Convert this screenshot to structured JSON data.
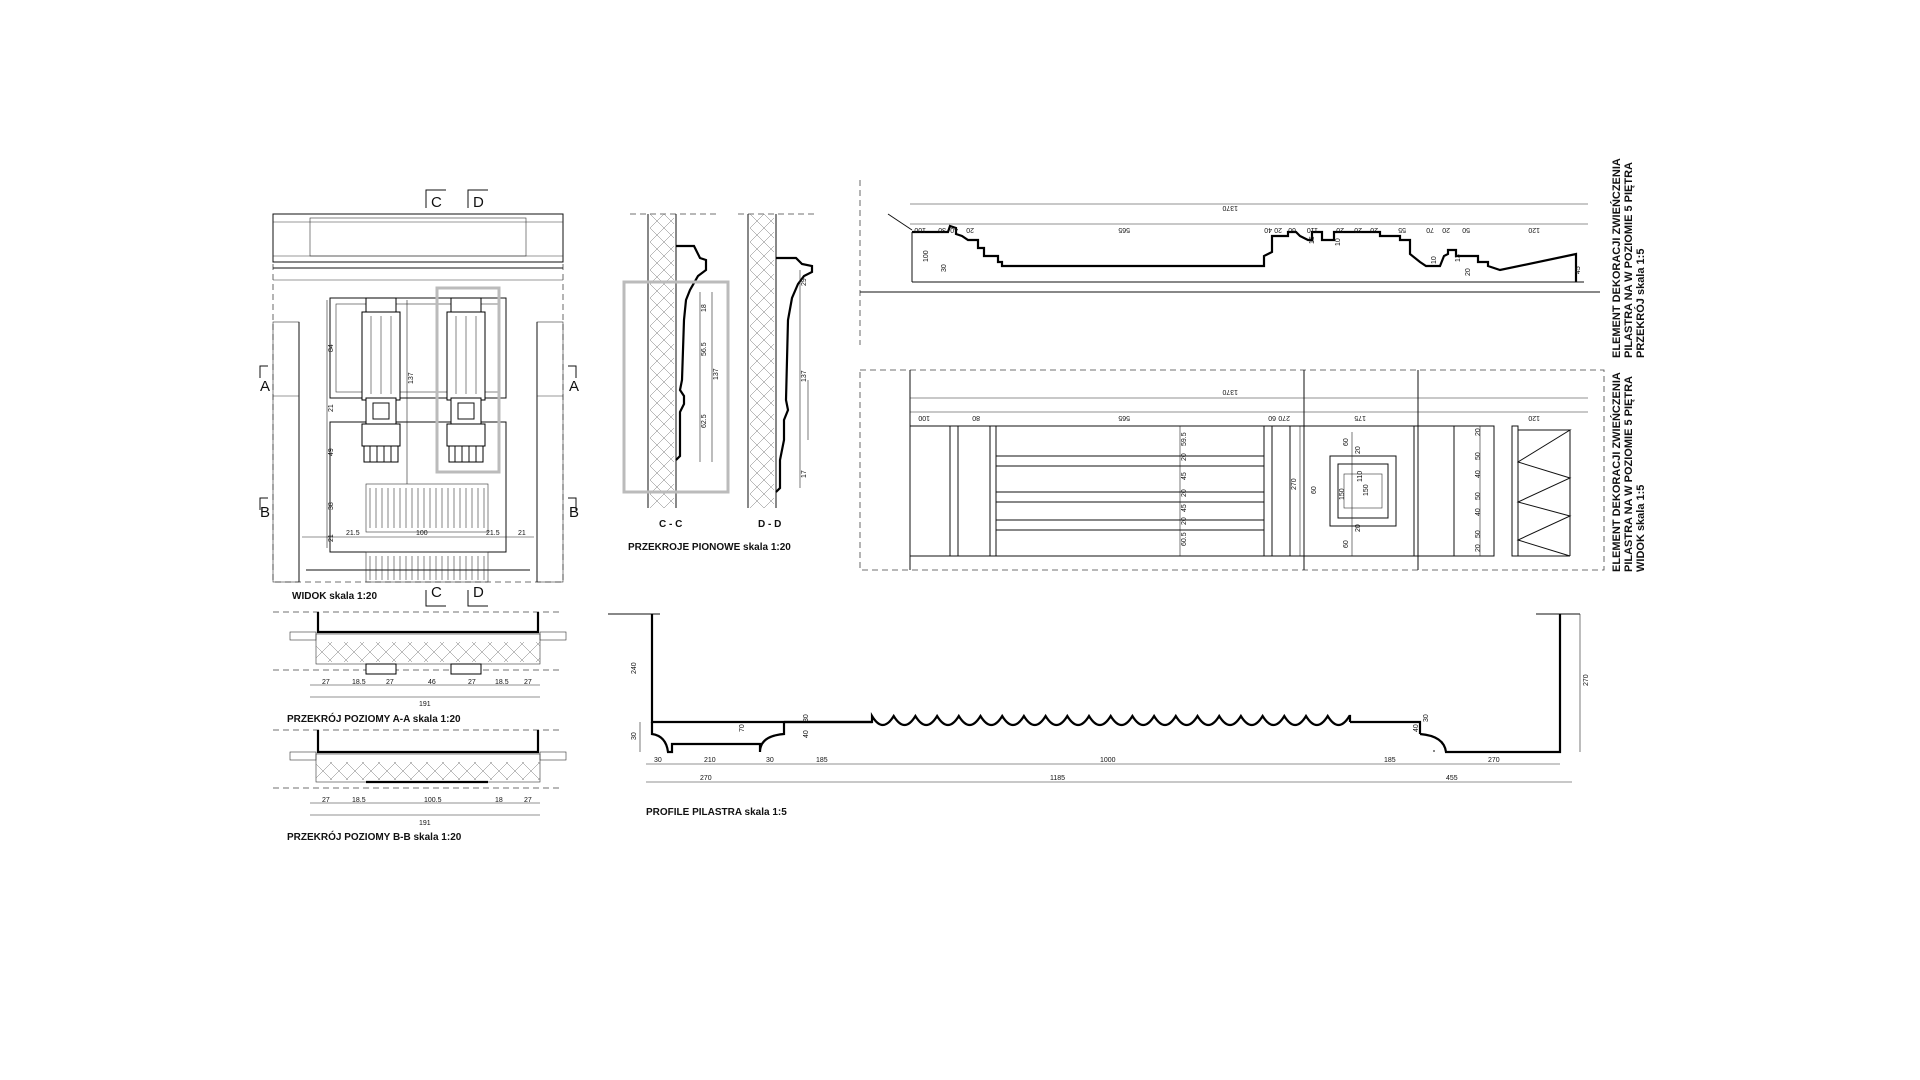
{
  "captions": {
    "widok": "WIDOK  skala 1:20",
    "przekroje_pionowe": "PRZEKROJE PIONOWE skala 1:20",
    "przekroj_aa": "PRZEKRÓJ POZIOMY  A-A  skala 1:20",
    "przekroj_bb": "PRZEKRÓJ POZIOMY B-B  skala 1:20",
    "profile": "PROFILE PILASTRA skala 1:5",
    "cc": "C - C",
    "dd": "D - D",
    "side1_l1": "ELEMENT DEKORACJI ZWIEŃCZENIA",
    "side1_l2": "PILASTRA NA W POZIOMIE 5 PIĘTRA",
    "side1_l3": "PRZEKRÓJ  skala 1:5",
    "side2_l1": "ELEMENT DEKORACJI ZWIEŃCZENIA",
    "side2_l2": "PILASTRA NA W POZIOMIE 5 PIĘTRA",
    "side2_l3": "WIDOK  skala 1:5"
  },
  "section_marks": {
    "a": "A",
    "b": "B",
    "c": "C",
    "d": "D"
  },
  "dims": {
    "v84": "84",
    "v21": "21",
    "v49": "49",
    "v38": "38",
    "v21b": "21",
    "v137": "137",
    "h215a": "21.5",
    "h100": "100",
    "h215b": "21.5",
    "h21": "21",
    "aa": [
      "27",
      "18.5",
      "27",
      "46",
      "27",
      "18.5",
      "27"
    ],
    "aa_total": "191",
    "bb": [
      "27",
      "18.5",
      "100.5",
      "18",
      "27"
    ],
    "bb_total": "191",
    "cc": [
      "18",
      "56.5",
      "137",
      "62.5"
    ],
    "dd": [
      "29",
      "137",
      "17"
    ],
    "prof_top": [
      "30",
      "210",
      "30",
      "185",
      "1000",
      "185",
      "270"
    ],
    "prof_bot": [
      "270",
      "1185",
      "455"
    ],
    "prof_v": [
      "240",
      "270",
      "30",
      "70",
      "40",
      "30",
      "40",
      "30"
    ],
    "e1_top": "1370",
    "e1_row": [
      "100",
      "30",
      "40",
      "20",
      "565",
      "40",
      "20",
      "60",
      "110",
      "20",
      "20",
      "20",
      "55",
      "70",
      "20",
      "50",
      "120"
    ],
    "e1_v": [
      "100",
      "30",
      "15",
      "10",
      "10",
      "13",
      "20",
      "45"
    ],
    "e2_top": "1370",
    "e2_row": [
      "100",
      "80",
      "565",
      "60",
      "270",
      "175",
      "120"
    ],
    "e2_v": [
      "59.5",
      "20",
      "45",
      "20",
      "45",
      "20",
      "60.5",
      "270",
      "60",
      "20",
      "110",
      "150",
      "150",
      "20",
      "60",
      "60",
      "20",
      "50",
      "40",
      "50",
      "40",
      "50",
      "20"
    ]
  }
}
